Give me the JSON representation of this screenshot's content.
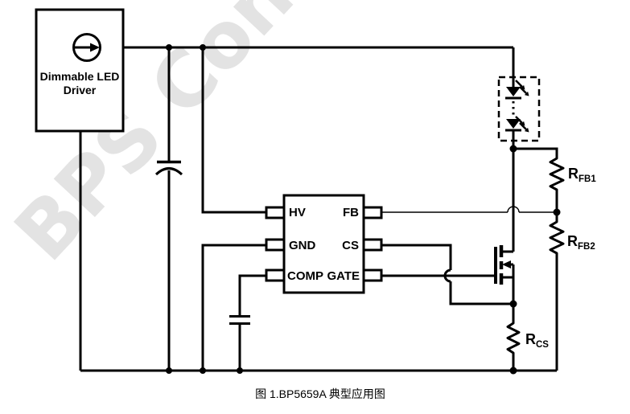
{
  "figure": {
    "caption": "图 1.BP5659A 典型应用图",
    "watermark": "BPS Con",
    "type": "application-circuit-schematic",
    "chip_part_number": "BP5659A"
  },
  "driver_box": {
    "line1": "Dimmable LED",
    "line2": "Driver"
  },
  "chip": {
    "left_pins": [
      "HV",
      "GND",
      "COMP"
    ],
    "right_pins": [
      "FB",
      "CS",
      "GATE"
    ]
  },
  "resistors": [
    {
      "name": "R",
      "sub": "FB1"
    },
    {
      "name": "R",
      "sub": "FB2"
    },
    {
      "name": "R",
      "sub": "CS"
    }
  ],
  "components": {
    "led_string": "series LED string (dashed, expandable)",
    "mosfet": "N-channel MOSFET",
    "input_capacitor": "polarized capacitor",
    "comp_capacitor": "capacitor",
    "current_source": "dimmable constant-current source"
  },
  "colors": {
    "wire": "#000000",
    "watermark": "#e3e3e3",
    "background": "#ffffff"
  }
}
